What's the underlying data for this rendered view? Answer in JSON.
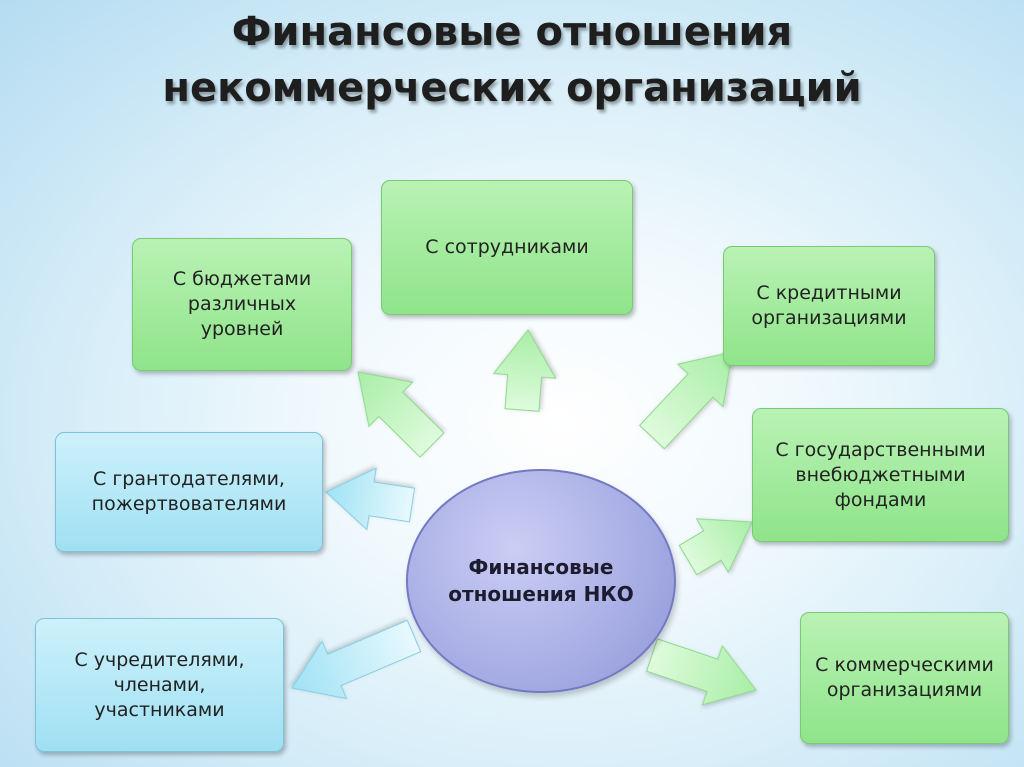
{
  "title": {
    "line1": "Финансовые отношения",
    "line2": "некоммерческих организаций"
  },
  "center": {
    "label": "Финансовые отношения НКО"
  },
  "boxes": {
    "employees": "С сотрудниками",
    "budgets": "С бюджетами различных уровней",
    "credit": "С кредитными организациями",
    "grants": "С грантодателями, пожертвователями",
    "funds": "С государственными внебюджетными фондами",
    "founders": "С учредителями, членами, участниками",
    "commercial": "С коммерческими организациями"
  },
  "colors": {
    "green_box": "#9ee99a",
    "blue_box": "#b4e8f6",
    "center_circle": "#aab0e6",
    "green_arrow": "#a8eea6",
    "blue_arrow": "#9fe2f4"
  }
}
